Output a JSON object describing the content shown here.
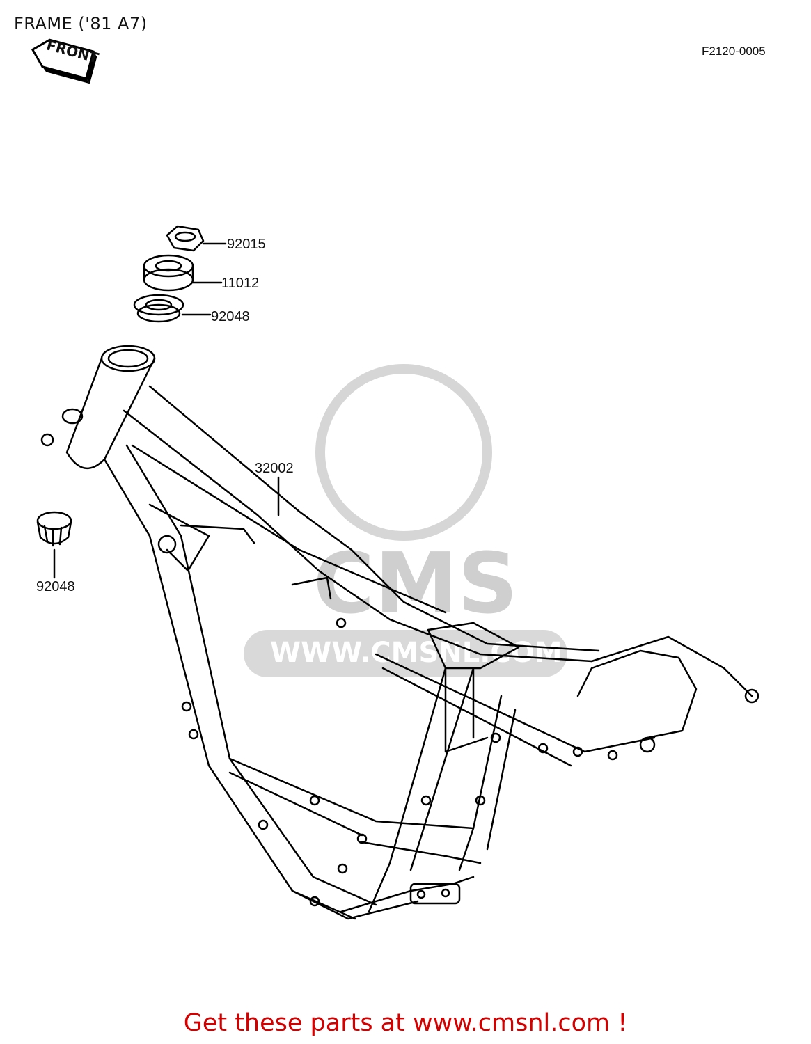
{
  "header": {
    "title": "FRAME ('81 A7)",
    "diagram_code": "F2120-0005",
    "front_label": "FRONT"
  },
  "callouts": [
    {
      "part_number": "92015"
    },
    {
      "part_number": "11012"
    },
    {
      "part_number": "92048"
    },
    {
      "part_number": "32002"
    },
    {
      "part_number": "92048"
    }
  ],
  "watermark": {
    "brand": "CMS",
    "url": "WWW.CMSNL.COM"
  },
  "footer": {
    "text": "Get these parts at www.cmsnl.com !",
    "color": "#d40000"
  }
}
